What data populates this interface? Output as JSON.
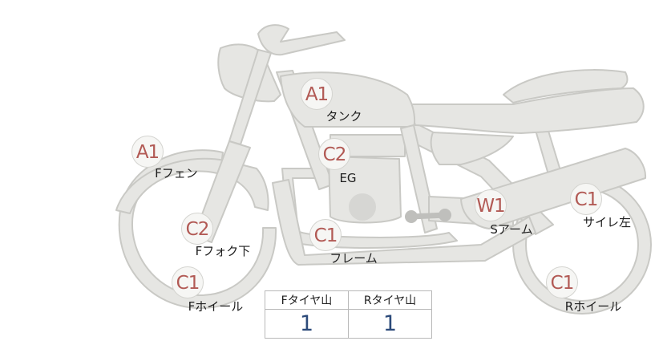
{
  "parts": [
    {
      "id": "tank",
      "grade": "A1",
      "label": "タンク"
    },
    {
      "id": "front-fender",
      "grade": "A1",
      "label": "Fフェン"
    },
    {
      "id": "engine",
      "grade": "C2",
      "label": "EG"
    },
    {
      "id": "front-fork",
      "grade": "C2",
      "label": "Fフォク下"
    },
    {
      "id": "frame",
      "grade": "C1",
      "label": "フレーム"
    },
    {
      "id": "swing-arm",
      "grade": "W1",
      "label": "Sアーム"
    },
    {
      "id": "silencer-left",
      "grade": "C1",
      "label": "サイレ左"
    },
    {
      "id": "front-wheel",
      "grade": "C1",
      "label": "Fホイール"
    },
    {
      "id": "rear-wheel",
      "grade": "C1",
      "label": "Rホイール"
    }
  ],
  "tire_table": {
    "headers": [
      "Fタイヤ山",
      "Rタイヤ山"
    ],
    "values": [
      "1",
      "1"
    ]
  },
  "colors": {
    "bike_fill": "#e6e6e3",
    "bike_stroke": "#c9c9c5",
    "grade_text": "#b25a55",
    "value_text": "#2c4a7a"
  }
}
